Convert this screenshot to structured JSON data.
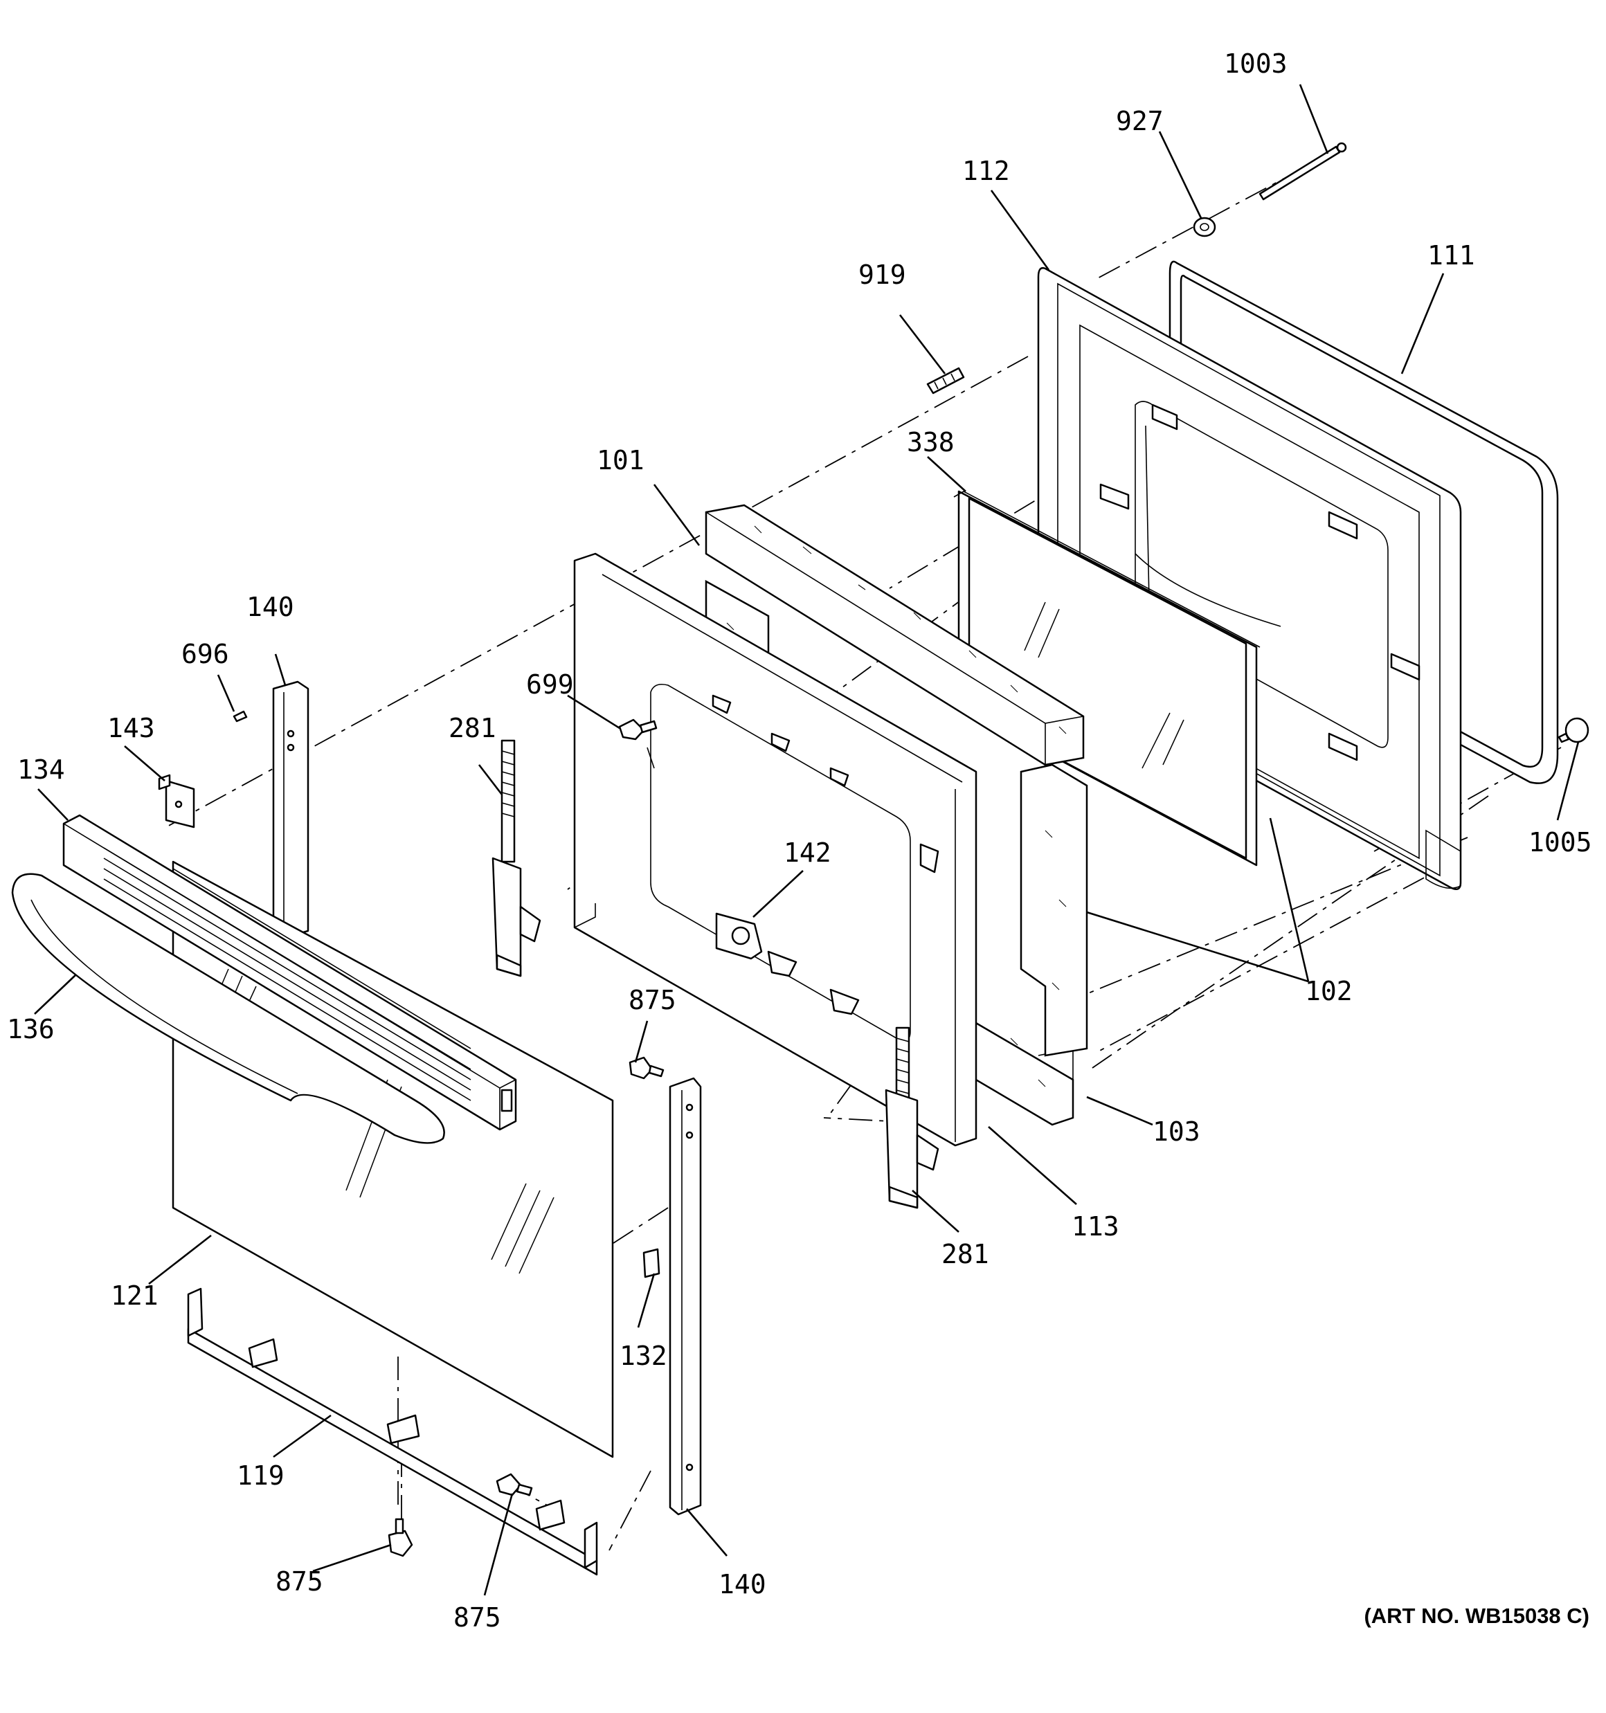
{
  "diagram": {
    "labels": {
      "l1003": "1003",
      "l927": "927",
      "l112": "112",
      "l111": "111",
      "l919": "919",
      "l338": "338",
      "l101": "101",
      "l140a": "140",
      "l696": "696",
      "l699": "699",
      "l143": "143",
      "l281a": "281",
      "l134": "134",
      "l142": "142",
      "l1005": "1005",
      "l136": "136",
      "l102": "102",
      "l875a": "875",
      "l103": "103",
      "l113": "113",
      "l281b": "281",
      "l121": "121",
      "l132": "132",
      "l119": "119",
      "l875b": "875",
      "l875c": "875",
      "l140b": "140"
    },
    "art_number": "(ART NO. WB15038 C)"
  }
}
